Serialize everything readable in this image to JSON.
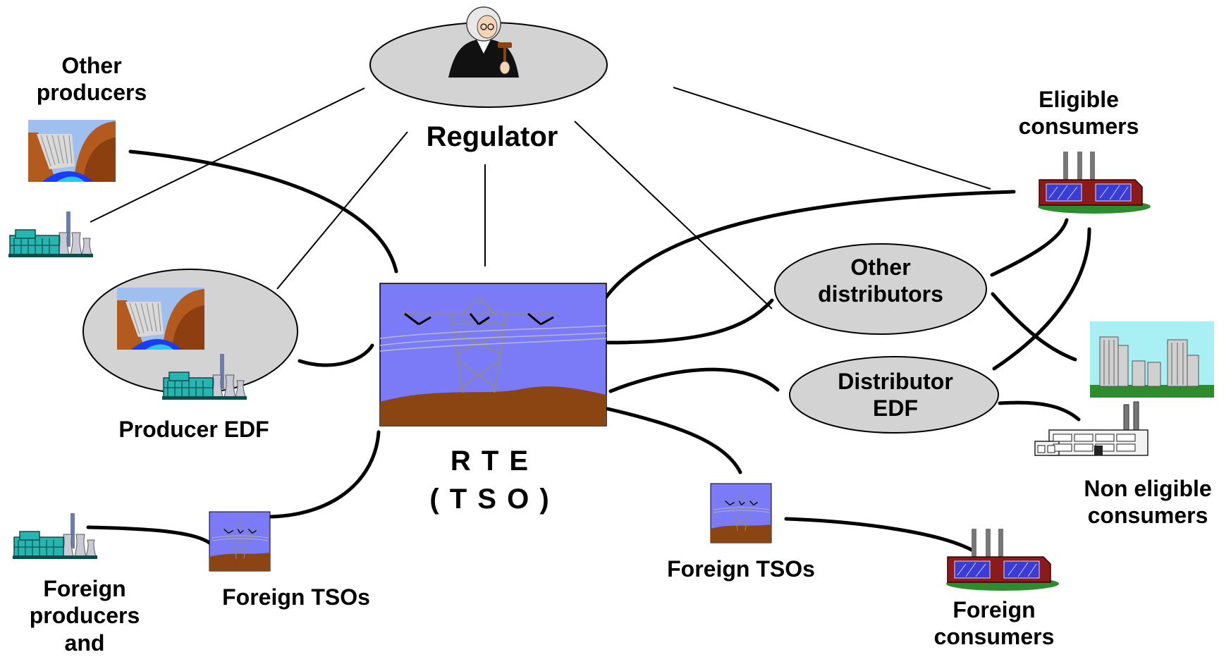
{
  "regulator": {
    "label": "Regulator"
  },
  "producers": {
    "other_producers": "Other\nproducers",
    "producer_edf": "Producer EDF"
  },
  "tso": {
    "rte_line1": "R T E",
    "rte_line2": "( T S O )"
  },
  "foreign": {
    "tso_left": "Foreign TSOs",
    "tso_right": "Foreign TSOs",
    "producers": "Foreign\nproducers\nand",
    "consumers": "Foreign\nconsumers"
  },
  "distributors": {
    "other": "Other\ndistributors",
    "edf": "Distributor\nEDF"
  },
  "consumers": {
    "eligible": "Eligible\nconsumers",
    "non_eligible": "Non eligible\nconsumers"
  },
  "colors": {
    "ellipse_fill": "#d3d3d3",
    "tso_sky": "#7b7bf7",
    "tso_ground": "#8b4513",
    "link_thin": "#000000",
    "link_thick": "#000000"
  }
}
